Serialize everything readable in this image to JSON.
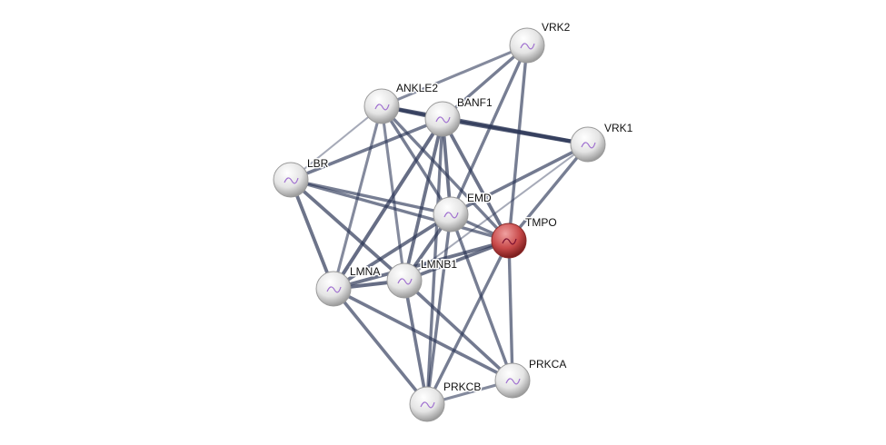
{
  "network": {
    "edge_color": "#2b3556",
    "query_node_color": "#c84a4a",
    "node_color": "#e6e6e6",
    "nodes": [
      {
        "id": "VRK2",
        "label": "VRK2"
      },
      {
        "id": "ANKLE2",
        "label": "ANKLE2"
      },
      {
        "id": "BANF1",
        "label": "BANF1"
      },
      {
        "id": "VRK1",
        "label": "VRK1"
      },
      {
        "id": "LBR",
        "label": "LBR"
      },
      {
        "id": "EMD",
        "label": "EMD"
      },
      {
        "id": "TMPO",
        "label": "TMPO",
        "query": true
      },
      {
        "id": "LMNA",
        "label": "LMNA"
      },
      {
        "id": "LMNB1",
        "label": "LMNB1"
      },
      {
        "id": "PRKCA",
        "label": "PRKCA"
      },
      {
        "id": "PRKCB",
        "label": "PRKCB"
      }
    ],
    "edges": [
      [
        "ANKLE2",
        "VRK2",
        0.6
      ],
      [
        "ANKLE2",
        "BANF1",
        0.9
      ],
      [
        "ANKLE2",
        "VRK1",
        0.95
      ],
      [
        "ANKLE2",
        "LBR",
        0.3
      ],
      [
        "ANKLE2",
        "LMNA",
        0.6
      ],
      [
        "ANKLE2",
        "LMNB1",
        0.6
      ],
      [
        "ANKLE2",
        "EMD",
        0.7
      ],
      [
        "ANKLE2",
        "TMPO",
        0.7
      ],
      [
        "BANF1",
        "VRK2",
        0.7
      ],
      [
        "BANF1",
        "VRK1",
        0.95
      ],
      [
        "BANF1",
        "LBR",
        0.75
      ],
      [
        "BANF1",
        "EMD",
        0.8
      ],
      [
        "BANF1",
        "TMPO",
        0.8
      ],
      [
        "BANF1",
        "LMNA",
        0.85
      ],
      [
        "BANF1",
        "LMNB1",
        0.8
      ],
      [
        "BANF1",
        "PRKCB",
        0.7
      ],
      [
        "VRK2",
        "EMD",
        0.7
      ],
      [
        "VRK2",
        "TMPO",
        0.7
      ],
      [
        "VRK1",
        "EMD",
        0.75
      ],
      [
        "VRK1",
        "TMPO",
        0.7
      ],
      [
        "VRK1",
        "LMNB1",
        0.3
      ],
      [
        "LBR",
        "EMD",
        0.7
      ],
      [
        "LBR",
        "TMPO",
        0.7
      ],
      [
        "LBR",
        "LMNA",
        0.8
      ],
      [
        "LBR",
        "LMNB1",
        0.8
      ],
      [
        "EMD",
        "TMPO",
        0.7
      ],
      [
        "EMD",
        "LMNA",
        0.8
      ],
      [
        "EMD",
        "LMNB1",
        0.8
      ],
      [
        "EMD",
        "PRKCA",
        0.7
      ],
      [
        "EMD",
        "PRKCB",
        0.7
      ],
      [
        "TMPO",
        "LMNA",
        0.8
      ],
      [
        "TMPO",
        "LMNB1",
        0.8
      ],
      [
        "TMPO",
        "PRKCA",
        0.7
      ],
      [
        "TMPO",
        "PRKCB",
        0.7
      ],
      [
        "LMNA",
        "LMNB1",
        0.85
      ],
      [
        "LMNA",
        "PRKCA",
        0.75
      ],
      [
        "LMNA",
        "PRKCB",
        0.75
      ],
      [
        "LMNB1",
        "PRKCA",
        0.75
      ],
      [
        "LMNB1",
        "PRKCB",
        0.75
      ],
      [
        "PRKCA",
        "PRKCB",
        0.6
      ]
    ]
  }
}
